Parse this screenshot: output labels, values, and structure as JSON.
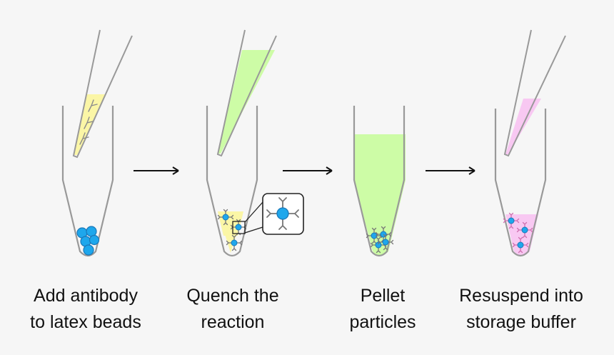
{
  "colors": {
    "background": "#f6f6f6",
    "tube_outline": "#999999",
    "yellow_liquid": "#fbf6a6",
    "green_liquid": "#cdfca6",
    "pink_liquid": "#f8c8f2",
    "bead_fill": "#1ea7ec",
    "bead_stroke": "#1b78b8",
    "antibody": "#777777",
    "arrow": "#111111"
  },
  "steps": [
    {
      "id": "add-antibody",
      "caption": [
        "Add antibody",
        "to latex beads"
      ]
    },
    {
      "id": "quench",
      "caption": [
        "Quench the",
        "reaction"
      ]
    },
    {
      "id": "pellet",
      "caption": [
        "Pellet",
        "particles"
      ]
    },
    {
      "id": "resuspend",
      "caption": [
        "Resuspend into",
        "storage buffer"
      ]
    }
  ]
}
